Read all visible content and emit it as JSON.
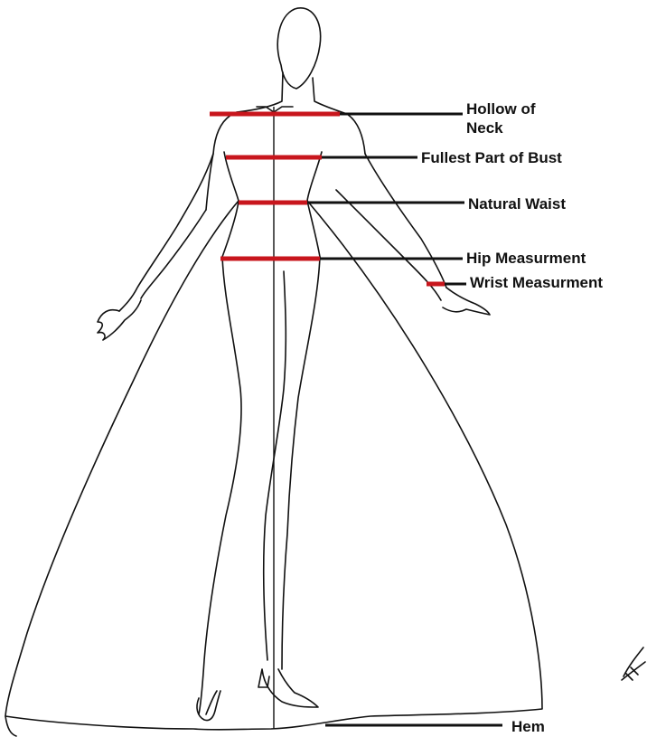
{
  "colors": {
    "measurement_line": "#c8161d",
    "outline": "#111111",
    "background": "#ffffff"
  },
  "labels": {
    "hollow_of_neck_line1": "Hollow of",
    "hollow_of_neck_line2": "Neck",
    "fullest_part_of_bust": "Fullest Part of Bust",
    "natural_waist": "Natural Waist",
    "hip_measurement": "Hip Measurment",
    "wrist_measurement": "Wrist Measurment",
    "hem": "Hem"
  }
}
